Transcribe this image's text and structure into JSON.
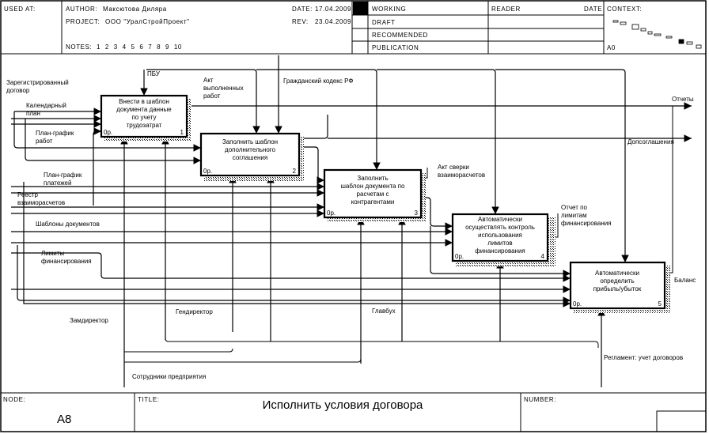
{
  "header": {
    "used_at_label": "USED AT:",
    "author_label": "AUTHOR:",
    "author": "Максютова Диляра",
    "project_label": "PROJECT:",
    "project": "ООО \"УралСтройПроект\"",
    "date_label": "DATE:",
    "date": "17.04.2009",
    "rev_label": "REV:",
    "rev": "23.04.2009",
    "notes_label": "NOTES:",
    "notes": "1 2 3 4 5 6 7 8 9 10",
    "status": [
      "WORKING",
      "DRAFT",
      "RECOMMENDED",
      "PUBLICATION"
    ],
    "reader_label": "READER",
    "reader_date_label": "DATE",
    "context_label": "CONTEXT:",
    "context_node": "A0"
  },
  "boxes": [
    {
      "lines": [
        "Внести в шаблон",
        "документа данные",
        "по учету",
        "трудозатрат"
      ],
      "cost": "0р.",
      "num": "1"
    },
    {
      "lines": [
        "Заполнить шаблон",
        "дополнительного",
        "соглашения"
      ],
      "cost": "0р.",
      "num": "2"
    },
    {
      "lines": [
        "Заполнить",
        "шаблон документа по",
        "расчетам с",
        "контрагентами"
      ],
      "cost": "0р.",
      "num": "3"
    },
    {
      "lines": [
        "Автоматически",
        "осуществлять контроль",
        "использования",
        "лимитов",
        "финансирования"
      ],
      "cost": "0р.",
      "num": "4"
    },
    {
      "lines": [
        "Автоматически",
        "определить",
        "прибыль/убыток"
      ],
      "cost": "0р.",
      "num": "5"
    }
  ],
  "arrows": {
    "contract": [
      "Зарегистрированный",
      "договор"
    ],
    "calendar": [
      "Календарный",
      "план"
    ],
    "work_schedule": [
      "План-график",
      "работ"
    ],
    "payment_schedule": [
      "План-график",
      "платежей"
    ],
    "registry": [
      "Реестр",
      "взаиморасчетов"
    ],
    "templates": [
      "Шаблоны документов"
    ],
    "limits": [
      "Лимиты",
      "финансирования"
    ],
    "pbu": [
      "ПБУ"
    ],
    "act_done": [
      "Акт",
      "выполненных",
      "работ"
    ],
    "civil_code": [
      "Гражданский кодекс РФ"
    ],
    "reports": [
      "Отчеты"
    ],
    "supplements": [
      "Допсоглашения"
    ],
    "reconciliation": [
      "Акт сверки",
      "взаиморасчетов"
    ],
    "limits_report": [
      "Отчет по",
      "лимитам",
      "финансирования"
    ],
    "balance": [
      "Баланс"
    ],
    "deputy": [
      "Замдиректор"
    ],
    "ceo": [
      "Гендиректор"
    ],
    "chief_accountant": [
      "Главбух"
    ],
    "staff": [
      "Сотрудники предприятия"
    ],
    "regulation": [
      "Регламент: учет договоров"
    ]
  },
  "footer": {
    "node_label": "NODE:",
    "node": "A8",
    "title_label": "TITLE:",
    "title": "Исполнить условия договора",
    "number_label": "NUMBER:"
  }
}
